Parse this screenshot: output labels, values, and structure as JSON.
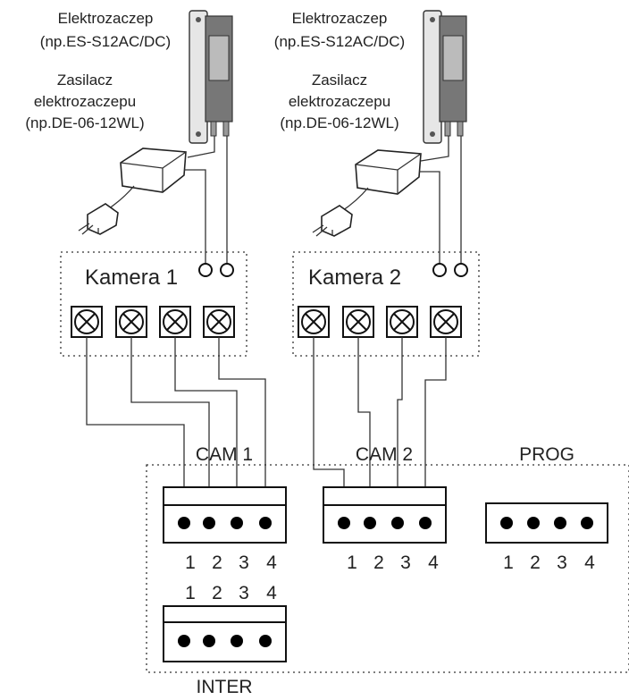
{
  "left_strike": {
    "title": "Elektrozaczep",
    "model": "(np.ES-S12AC/DC)"
  },
  "left_psu": {
    "line1": "Zasilacz",
    "line2": "elektrozaczepu",
    "line3": "(np.DE-06-12WL)"
  },
  "right_strike": {
    "title": "Elektrozaczep",
    "model": "(np.ES-S12AC/DC)"
  },
  "right_psu": {
    "line1": "Zasilacz",
    "line2": "elektrozaczepu",
    "line3": "(np.DE-06-12WL)"
  },
  "camera1": {
    "label": "Kamera 1"
  },
  "camera2": {
    "label": "Kamera 2"
  },
  "connectors": {
    "cam1": {
      "label": "CAM 1",
      "pins": [
        "1",
        "2",
        "3",
        "4"
      ]
    },
    "cam2": {
      "label": "CAM 2",
      "pins": [
        "1",
        "2",
        "3",
        "4"
      ]
    },
    "prog": {
      "label": "PROG",
      "pins": [
        "1",
        "2",
        "3",
        "4"
      ]
    },
    "inter": {
      "label": "INTER",
      "pins": [
        "1",
        "2",
        "3",
        "4"
      ]
    }
  }
}
